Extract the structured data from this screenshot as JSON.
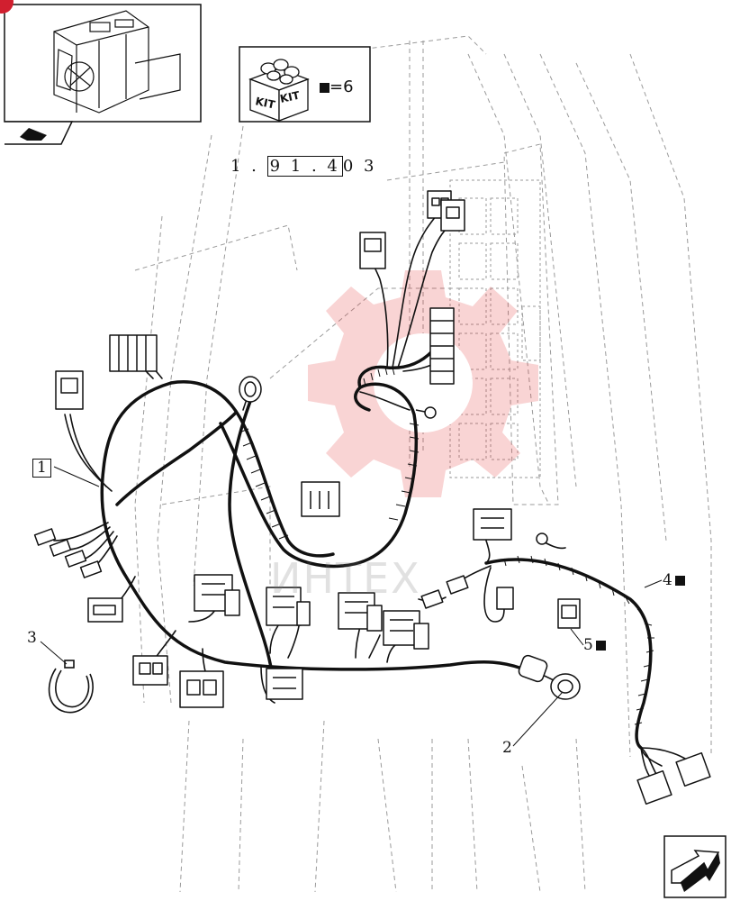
{
  "kit_box": {
    "kit_labels": [
      "KIT",
      "KIT"
    ],
    "quantity_text": "=6"
  },
  "reference_code": {
    "prefix": "1 . ",
    "boxed": "9 1 . 4",
    "suffix": "0 3"
  },
  "watermark": "ИНТЕХ",
  "callouts": [
    {
      "id": "1",
      "text": "1",
      "boxed": true
    },
    {
      "id": "2",
      "text": "2",
      "boxed": false
    },
    {
      "id": "3",
      "text": "3",
      "boxed": false
    },
    {
      "id": "4",
      "text": "4",
      "boxed": false,
      "kit_marker": true
    },
    {
      "id": "5",
      "text": "5",
      "boxed": false,
      "kit_marker": true
    }
  ],
  "icons": {
    "thumbnail": "tractor-cab-thumbnail",
    "nav_prev": "arrow-back-icon",
    "nav_next": "arrow-next-icon",
    "kit": "kit-box-icon"
  },
  "colors": {
    "line": "#111111",
    "ghost": "#9a9a9a",
    "watermark_red": "#e23b3b",
    "badge": "#d11f2f"
  }
}
